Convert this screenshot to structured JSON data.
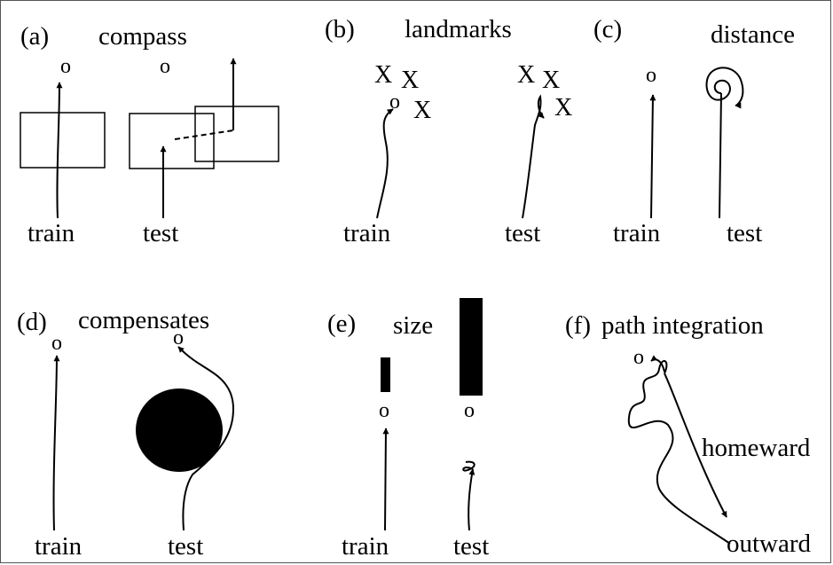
{
  "panel_a": {
    "letter": "(a)",
    "title": "compass",
    "goal": "o",
    "train": "train",
    "test": "test"
  },
  "panel_b": {
    "letter": "(b)",
    "title": "landmarks",
    "goal": "o",
    "landmark": "X",
    "train": "train",
    "test": "test"
  },
  "panel_c": {
    "letter": "(c)",
    "title": "distance",
    "goal": "o",
    "train": "train",
    "test": "test"
  },
  "panel_d": {
    "letter": "(d)",
    "title": "compensates",
    "goal": "o",
    "train": "train",
    "test": "test"
  },
  "panel_e": {
    "letter": "(e)",
    "title": "size",
    "goal": "o",
    "train": "train",
    "test": "test"
  },
  "panel_f": {
    "letter": "(f)",
    "title": "path integration",
    "goal": "o",
    "homeward": "homeward",
    "outward": "outward"
  }
}
